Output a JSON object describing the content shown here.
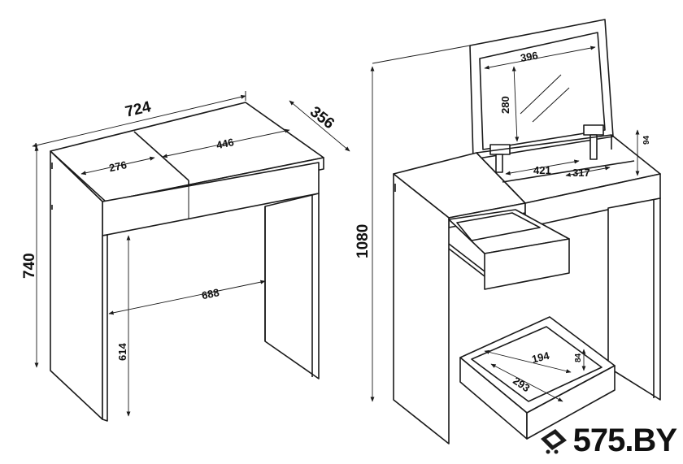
{
  "dimensions": {
    "width_total": "724",
    "depth": "356",
    "left_top_section": "276",
    "right_top_section": "446",
    "height_total": "740",
    "inner_span": "688",
    "leg_clearance": "614",
    "height_open_mirror": "1080",
    "mirror_width": "396",
    "mirror_height": "280",
    "compartment_depth": "94",
    "compartment_width": "421",
    "compartment_inner": "317",
    "drawer_depth": "293",
    "drawer_width": "194",
    "drawer_height": "84"
  },
  "watermark": {
    "text": "575.BY",
    "icon": "cart-icon"
  },
  "colors": {
    "line": "#1a1a1a",
    "background": "#ffffff"
  }
}
